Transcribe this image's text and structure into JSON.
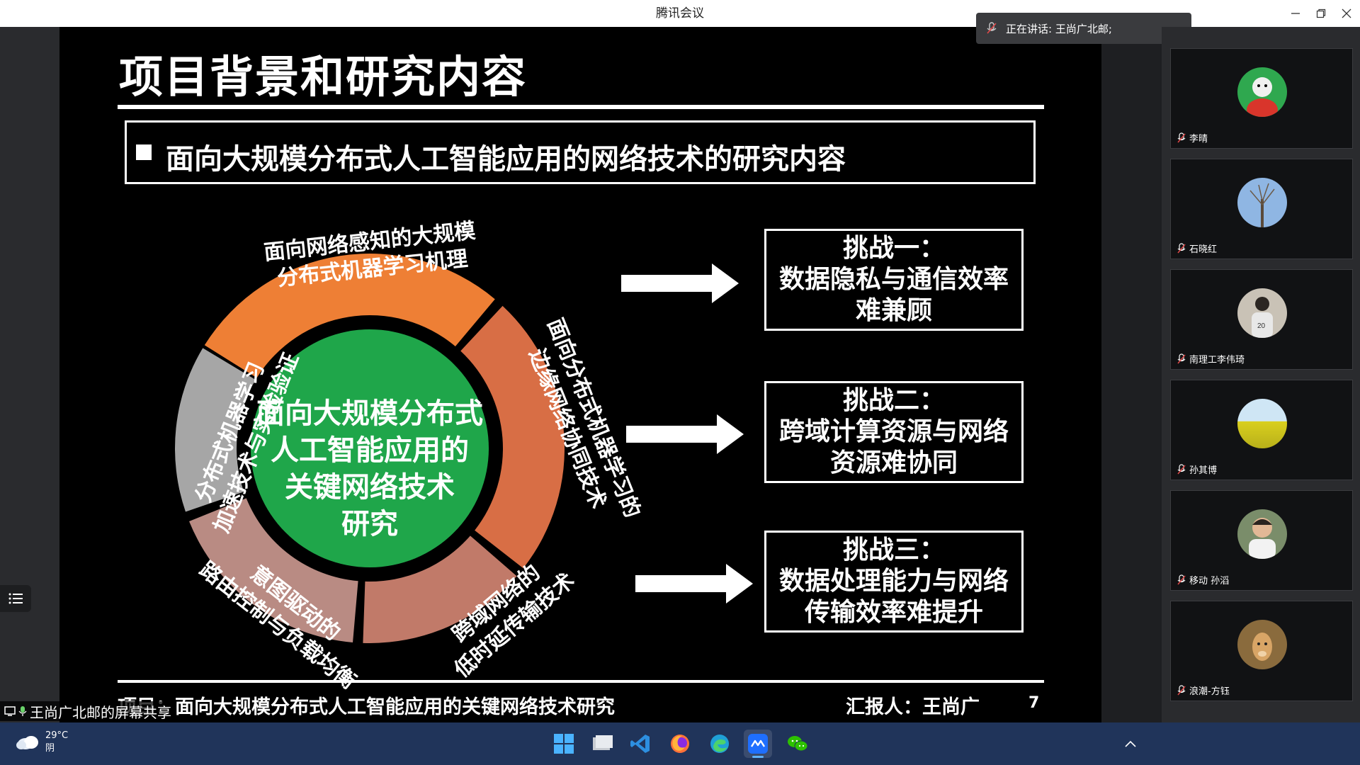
{
  "window": {
    "title": "腾讯会议"
  },
  "speaking": {
    "label": "正在讲话: 王尚广北邮;"
  },
  "slide": {
    "title": "项目背景和研究内容",
    "heading": "面向大规模分布式人工智能应用的网络技术的研究内容",
    "center": [
      "面向大规模分布式",
      "人工智能应用的",
      "关键网络技术",
      "研究"
    ],
    "segments": {
      "top": [
        "面向网络感知的大规模",
        "分布式机器学习机理"
      ],
      "right": [
        "面向分布式机器学习的",
        "边缘网络协同技术"
      ],
      "bottom_right": [
        "跨域网络的",
        "低时延传输技术"
      ],
      "bottom_left": [
        "意图驱动的",
        "路由控制与负载均衡"
      ],
      "left": [
        "分布式机器学习",
        "加速技术与实验验证"
      ]
    },
    "segment_colors": {
      "top": "#ee7f35",
      "right": "#d86e45",
      "bottom_right": "#c17a69",
      "bottom_left": "#b98b83",
      "left": "#a6a6a6",
      "center": "#1fa64a"
    },
    "challenges": [
      {
        "title": "挑战一：",
        "lines": [
          "数据隐私与通信效率",
          "难兼顾"
        ]
      },
      {
        "title": "挑战二：",
        "lines": [
          "跨域计算资源与网络",
          "资源难协同"
        ]
      },
      {
        "title": "挑战三：",
        "lines": [
          "数据处理能力与网络",
          "传输效率难提升"
        ]
      }
    ],
    "footer": {
      "project": "项目：面向大规模分布式人工智能应用的关键网络技术研究",
      "reporter": "汇报人：王尚广",
      "page": "7"
    }
  },
  "share_label": "王尚广北邮的屏幕共享",
  "participants": [
    {
      "name": "李晴",
      "avatar": "cartoon-avatar",
      "muted": true
    },
    {
      "name": "石晓红",
      "avatar": "tree-photo-avatar",
      "muted": true
    },
    {
      "name": "南理工李伟琦",
      "avatar": "person-photo-avatar",
      "muted": true
    },
    {
      "name": "孙其博",
      "avatar": "flower-field-avatar",
      "muted": true
    },
    {
      "name": "移动 孙滔",
      "avatar": "person-photo-avatar",
      "muted": true
    },
    {
      "name": "浪潮-方钰",
      "avatar": "animal-photo-avatar",
      "muted": true
    }
  ],
  "taskbar": {
    "weather": {
      "temp": "29°C",
      "condition": "阴"
    },
    "apps": [
      "start-icon",
      "file-explorer-icon",
      "vscode-icon",
      "firefox-icon",
      "edge-icon",
      "tencent-meeting-icon",
      "wechat-icon"
    ]
  }
}
